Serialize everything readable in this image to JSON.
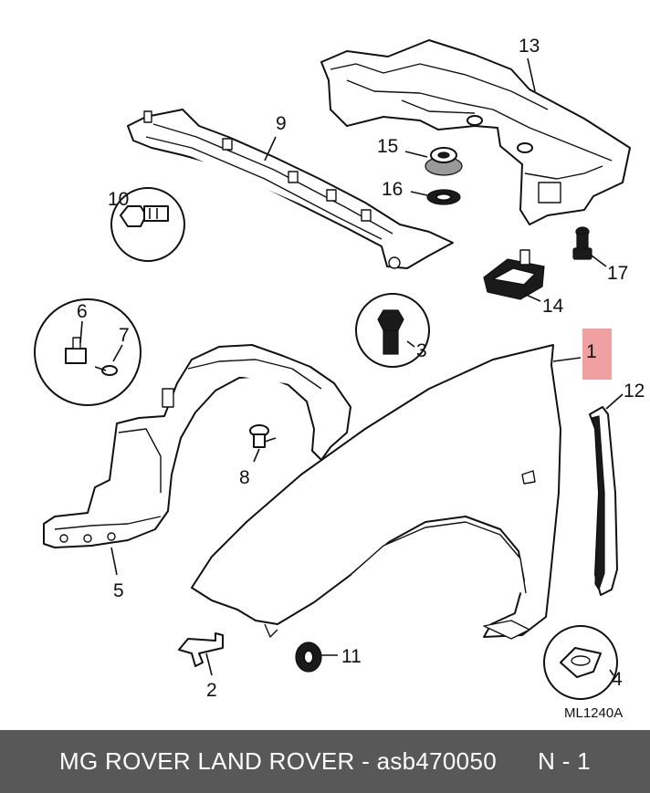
{
  "diagram": {
    "callouts": {
      "c1": "1",
      "c2": "2",
      "c3": "3",
      "c4": "4",
      "c5": "5",
      "c6": "6",
      "c7": "7",
      "c8": "8",
      "c9": "9",
      "c10": "10",
      "c11": "11",
      "c12": "12",
      "c13": "13",
      "c14": "14",
      "c15": "15",
      "c16": "16",
      "c17": "17"
    },
    "drawing_code": "ML1240A",
    "highlight_color": "#f0a0a0"
  },
  "footer": {
    "text": "MG ROVER LAND ROVER - asb470050      N - 1",
    "background": "#585858"
  }
}
